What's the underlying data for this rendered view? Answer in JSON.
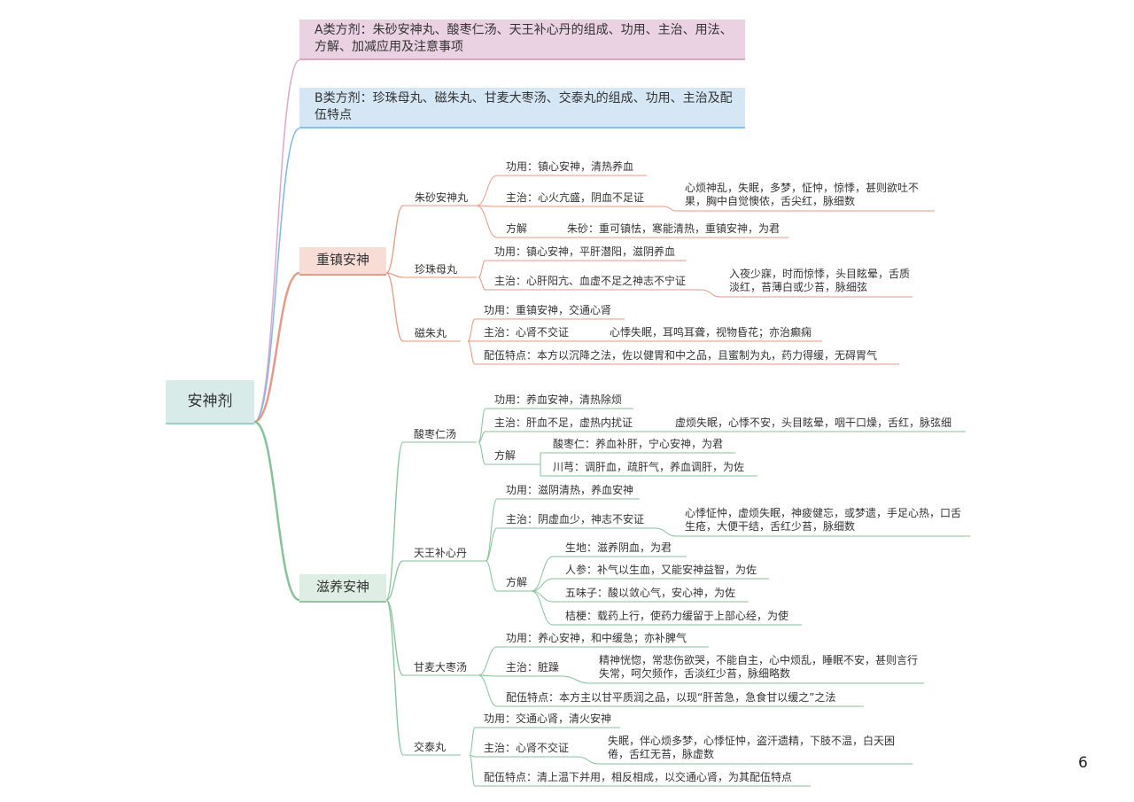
{
  "header": {
    "a_text": "A类方剂：朱砂安神丸、酸枣仁汤、天王补心丹的组成、功用、主治、用法、方解、加减应用及注意事项",
    "b_text": "B类方剂：珍珠母丸、磁朱丸、甘麦大枣汤、交泰丸的组成、功用、主治及配伍特点"
  },
  "root": {
    "label": "安神剂"
  },
  "page_number": "6",
  "colors": {
    "cat1_line": "#e49a86",
    "cat2_line": "#86c29a",
    "a_line": "#dba9c5",
    "b_line": "#7fb8e2"
  },
  "categories": [
    {
      "label": "重镇安神",
      "formulas": [
        {
          "name": "朱砂安神丸",
          "items": [
            {
              "text": "功用：镇心安神，清热养血"
            },
            {
              "text": "主治：心火亢盛，阴血不足证",
              "detail": "心烦神乱，失眠，多梦，怔忡，惊悸，甚则欲吐不果，胸中自觉懊侬，舌尖红，脉细数"
            },
            {
              "text": "方解",
              "subs": [
                "朱砂：重可镇怯，寒能清热，重镇安神，为君"
              ]
            }
          ]
        },
        {
          "name": "珍珠母丸",
          "items": [
            {
              "text": "功用：镇心安神，平肝潜阳，滋阴养血"
            },
            {
              "text": "主治：心肝阳亢、血虚不足之神志不宁证",
              "detail": "入夜少寐，时而惊悸，头目眩晕，舌质淡红，苔薄白或少苔，脉细弦"
            }
          ]
        },
        {
          "name": "磁朱丸",
          "items": [
            {
              "text": "功用：重镇安神，交通心肾"
            },
            {
              "text": "主治：心肾不交证",
              "detail": "心悸失眠，耳鸣耳聋，视物昏花；亦治癫痫"
            },
            {
              "text": "配伍特点：本方以沉降之法，佐以健胃和中之品，且蜜制为丸，药力得缓，无碍胃气"
            }
          ]
        }
      ]
    },
    {
      "label": "滋养安神",
      "formulas": [
        {
          "name": "酸枣仁汤",
          "items": [
            {
              "text": "功用：养血安神，清热除烦"
            },
            {
              "text": "主治：肝血不足，虚热内扰证",
              "detail": "虚烦失眠，心悸不安，头目眩晕，咽干口燥，舌红，脉弦细"
            },
            {
              "text": "方解",
              "subs": [
                "酸枣仁：养血补肝，宁心安神，为君",
                "川芎：调肝血，疏肝气，养血调肝，为佐"
              ]
            }
          ]
        },
        {
          "name": "天王补心丹",
          "items": [
            {
              "text": "功用：滋阴清热，养血安神"
            },
            {
              "text": "主治：阴虚血少，神志不安证",
              "detail": "心悸怔忡，虚烦失眠，神疲健忘，或梦遗，手足心热，口舌生疮，大便干结，舌红少苔，脉细数"
            },
            {
              "text": "方解",
              "subs": [
                "生地：滋养阴血，为君",
                "人参：补气以生血，又能安神益智，为佐",
                "五味子：酸以敛心气，安心神，为佐",
                "桔梗：载药上行，使药力缓留于上部心经，为使"
              ]
            }
          ]
        },
        {
          "name": "甘麦大枣汤",
          "items": [
            {
              "text": "功用：养心安神，和中缓急；亦补脾气"
            },
            {
              "text": "主治：脏躁",
              "detail": "精神恍惚，常悲伤欲哭，不能自主，心中烦乱，睡眠不安，甚则言行失常，呵欠频作，舌淡红少苔，脉细略数"
            },
            {
              "text": "配伍特点：本方主以甘平质润之品，以现“肝苦急，急食甘以缓之”之法"
            }
          ]
        },
        {
          "name": "交泰丸",
          "items": [
            {
              "text": "功用：交通心肾，清火安神"
            },
            {
              "text": "主治：心肾不交证",
              "detail": "失眠，伴心烦多梦，心悸怔忡，盗汗遗精，下肢不温，白天困倦，舌红无苔，脉虚数"
            },
            {
              "text": "配伍特点：清上温下并用，相反相成，以交通心肾，为其配伍特点"
            }
          ]
        }
      ]
    }
  ]
}
